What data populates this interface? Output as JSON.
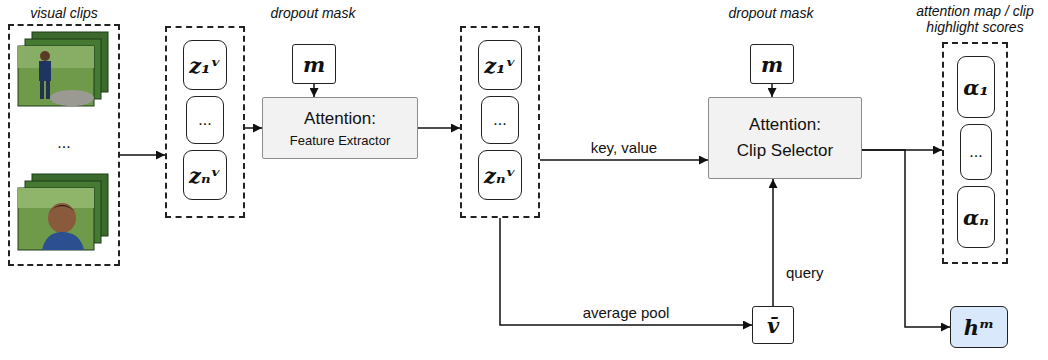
{
  "diagram": {
    "nodes": [
      {
        "text": [
          "visual clips",
          "..."
        ]
      },
      {
        "text": []
      },
      {
        "text": [
          "z₁ᵛ"
        ],
        "in": 1
      },
      {
        "text": [
          "..."
        ],
        "in": 1
      },
      {
        "text": [
          "zₙᵛ"
        ],
        "in": 1
      },
      {
        "text": [
          "dropout mask",
          "m"
        ]
      },
      {
        "text": [
          "Attention:",
          "Feature Extractor"
        ]
      },
      {
        "text": []
      },
      {
        "text": [
          "z₁ᵛ"
        ],
        "in": 7
      },
      {
        "text": [
          "..."
        ],
        "in": 7
      },
      {
        "text": [
          "zₙᵛ"
        ],
        "in": 7
      },
      {
        "text": [
          "dropout mask",
          "m"
        ]
      },
      {
        "text": [
          "Attention:",
          "Clip Selector"
        ]
      },
      {
        "text": [
          "v̄"
        ]
      },
      {
        "text": [
          "attention map / clip highlight scores"
        ]
      },
      {
        "text": [
          "α₁"
        ],
        "in": 14
      },
      {
        "text": [
          "..."
        ],
        "in": 14
      },
      {
        "text": [
          "αₙ"
        ],
        "in": 14
      },
      {
        "text": [
          "hᵐ"
        ]
      }
    ],
    "edges": [
      {
        "from": 0,
        "to": 1,
        "arrow": "to"
      },
      {
        "from": 1,
        "to": 6,
        "arrow": "to"
      },
      {
        "from": 5,
        "to": 6,
        "arrow": "to"
      },
      {
        "from": 6,
        "to": 7,
        "arrow": "to"
      },
      {
        "from": 7,
        "to": 12,
        "arrow": "to",
        "label": "key, value"
      },
      {
        "from": 11,
        "to": 12,
        "arrow": "to"
      },
      {
        "from": 7,
        "to": 13,
        "arrow": "to",
        "label": "average pool"
      },
      {
        "from": 13,
        "to": 12,
        "arrow": "to",
        "label": "query"
      },
      {
        "from": 12,
        "to": 14,
        "arrow": "to"
      },
      {
        "from": 12,
        "to": 18,
        "arrow": "to"
      }
    ]
  }
}
